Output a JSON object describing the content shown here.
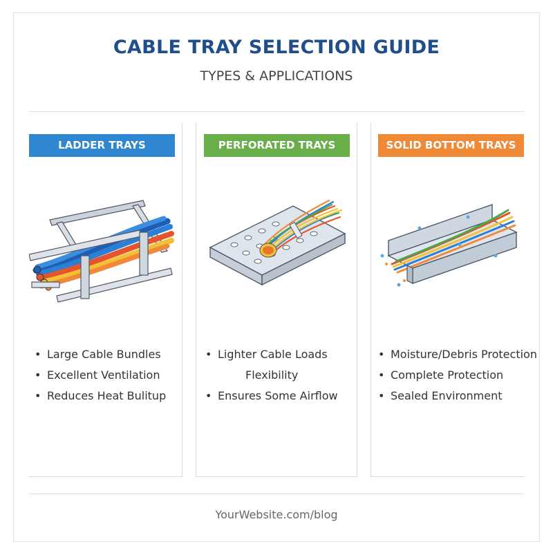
{
  "header": {
    "title": "CABLE TRAY SELECTION GUIDE",
    "subtitle": "TYPES & APPLICATIONS"
  },
  "columns": [
    {
      "label": "LADDER TRAYS",
      "color": "#2f86d1",
      "icon": "ladder-tray-illustration",
      "features": [
        "Large Cable Bundles",
        "Excellent Ventilation",
        "Reduces Heat Bulitup"
      ]
    },
    {
      "label": "PERFORATED TRAYS",
      "color": "#6aae4a",
      "icon": "perforated-tray-illustration",
      "features": [
        "Lighter Cable Loads",
        "Flexibility",
        "Ensures Some Airflow"
      ]
    },
    {
      "label": "SOLID BOTTOM TRAYS",
      "color": "#ee8a35",
      "icon": "solid-bottom-tray-illustration",
      "features": [
        "Moisture/Debris Protection",
        "Complete Protection",
        "Sealed Environment"
      ]
    }
  ],
  "footer": {
    "url": "YourWebsite.com/blog"
  }
}
